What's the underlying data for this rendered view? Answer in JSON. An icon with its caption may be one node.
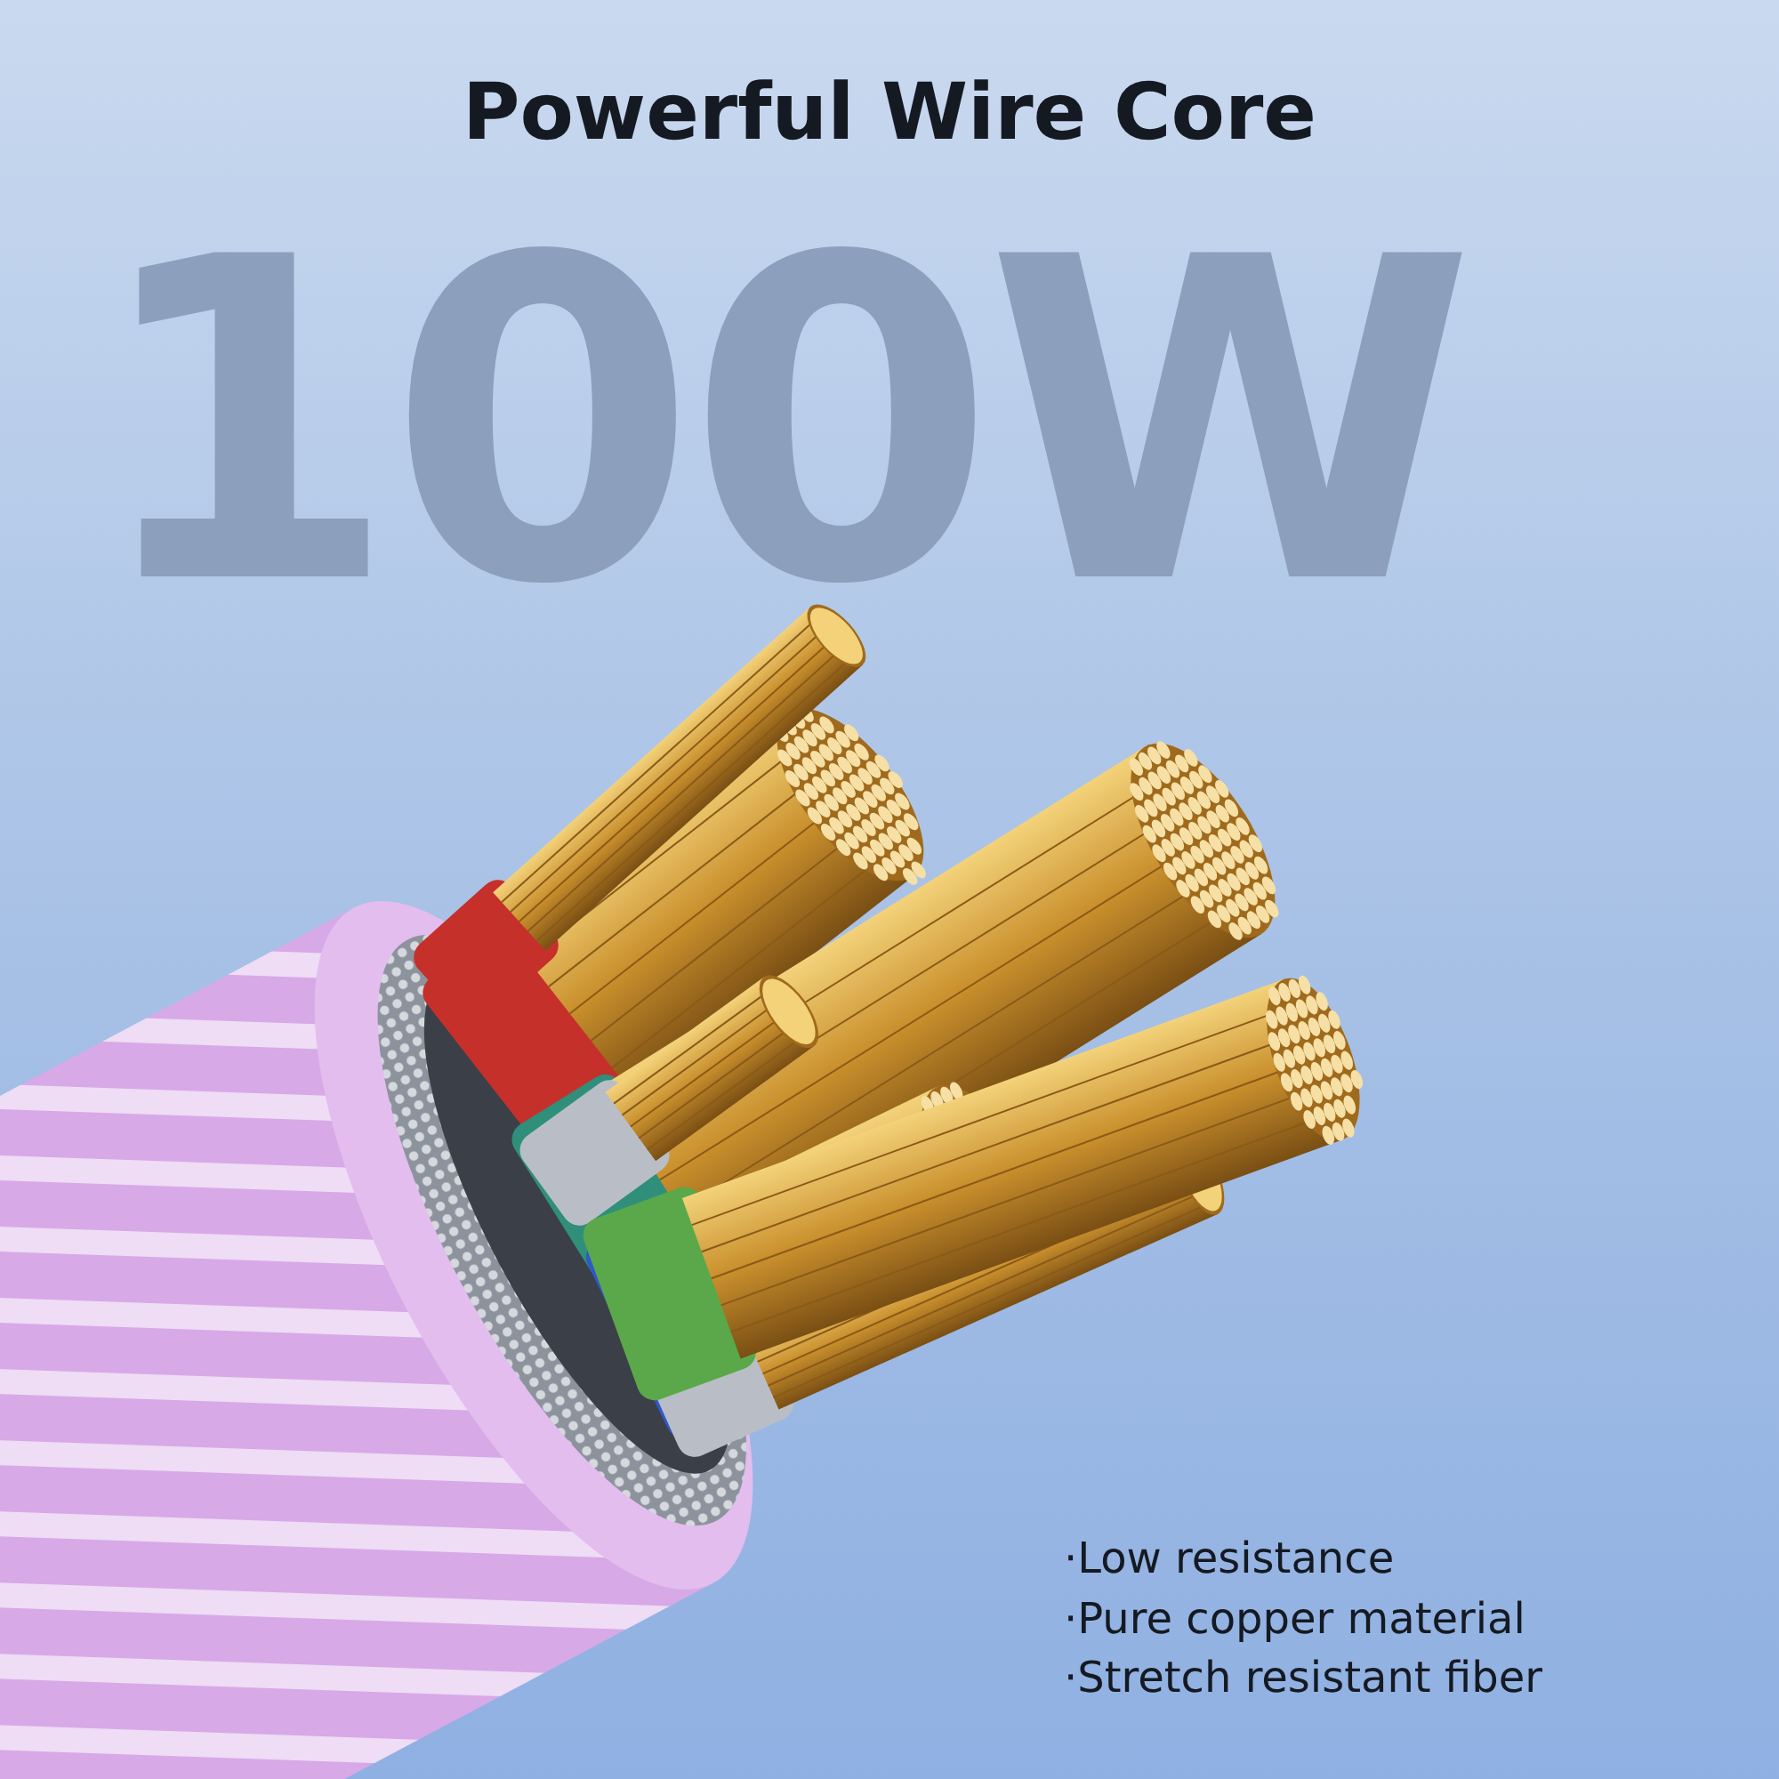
{
  "diagram": {
    "title": "Powerful Wire Core",
    "labels": [
      "100W",
      "·Low resistance",
      "·Pure copper material",
      "·Stretch resistant fiber"
    ]
  }
}
